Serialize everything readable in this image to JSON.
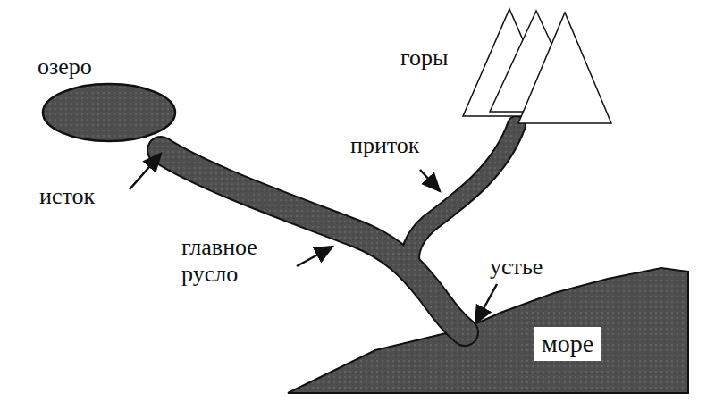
{
  "diagram": {
    "nodes": [
      {
        "text": [
          "море"
        ]
      }
    ],
    "labels": [
      "озеро",
      "исток",
      "главное русло",
      "горы",
      "приток",
      "устье"
    ]
  }
}
